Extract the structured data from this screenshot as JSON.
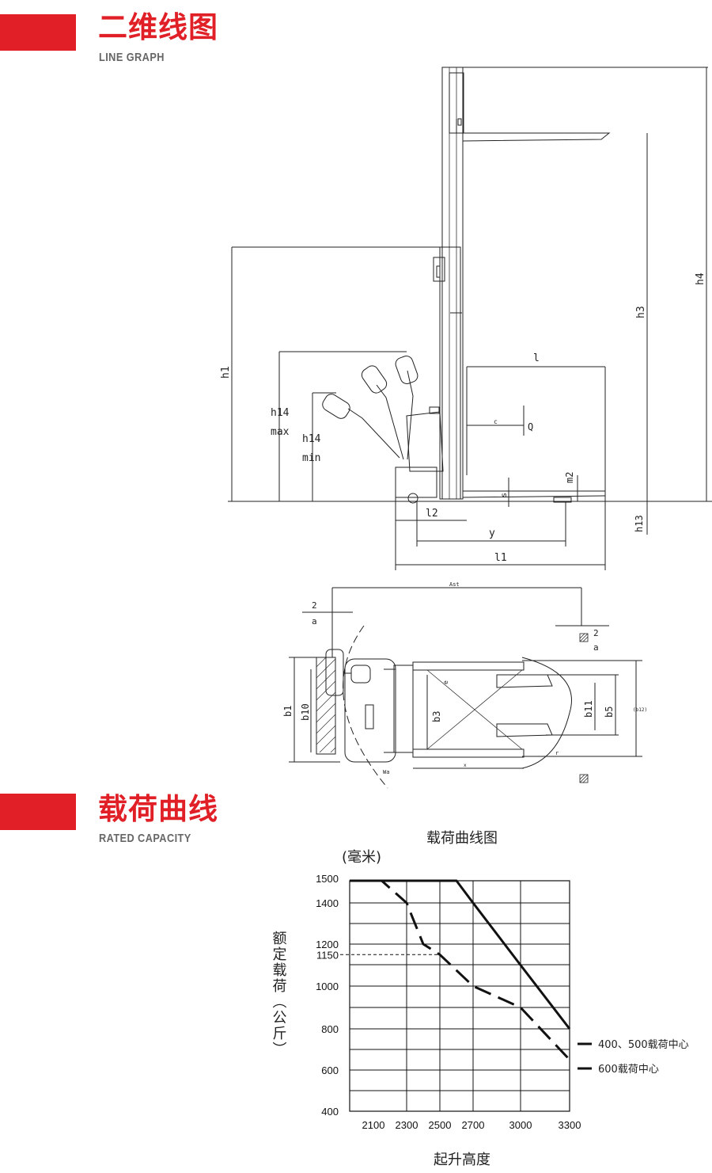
{
  "section1": {
    "title": "二维线图",
    "subtitle": "LINE GRAPH"
  },
  "section2": {
    "title": "载荷曲线",
    "subtitle": "RATED CAPACITY"
  },
  "colors": {
    "accent": "#e01f26"
  },
  "side_view_labels": {
    "h4": "h4",
    "h3": "h3",
    "h1": "h1",
    "l": "l",
    "c": "c",
    "Q": "Q",
    "h14max_1": "h14",
    "h14max_2": "max",
    "h14min_1": "h14",
    "h14min_2": "min",
    "m2": "m2",
    "s": "s",
    "h13": "h13",
    "l2": "l2",
    "y": "y",
    "l1": "l1"
  },
  "top_view_labels": {
    "Ast": "Ast",
    "a_top_num": "2",
    "a_top_den": "a",
    "a_right_num": "2",
    "a_right_den": "a",
    "b1": "b1",
    "b10": "b10",
    "b3": "b3",
    "b11": "b11",
    "b5": "b5",
    "b12": "(b12)",
    "e": "e",
    "Wa": "Wa",
    "r": "r",
    "x": "x"
  },
  "chart_data": {
    "type": "line",
    "title": "载荷曲线图",
    "unit_label": "(毫米)",
    "ylabel": "额定载荷（公斤）",
    "xlabel": "起升高度",
    "x_ticks": [
      "2100",
      "2300",
      "2500",
      "2700",
      "3000",
      "3300"
    ],
    "y_ticks": [
      "1500",
      "1400",
      "1200",
      "1150",
      "1000",
      "800",
      "600",
      "400"
    ],
    "xlim": [
      2000,
      3300
    ],
    "ylim": [
      400,
      1500
    ],
    "grid": true,
    "legend_position": "right",
    "series": [
      {
        "name": "400、500载荷中心",
        "style": "solid",
        "x": [
          2000,
          2600,
          2700,
          3000,
          3300
        ],
        "y": [
          1500,
          1500,
          1400,
          1100,
          800
        ]
      },
      {
        "name": "600载荷中心",
        "style": "dashed",
        "x": [
          2000,
          2150,
          2300,
          2400,
          2500,
          2700,
          3000,
          3300
        ],
        "y": [
          1500,
          1500,
          1400,
          1200,
          1150,
          1000,
          900,
          650
        ]
      }
    ]
  }
}
